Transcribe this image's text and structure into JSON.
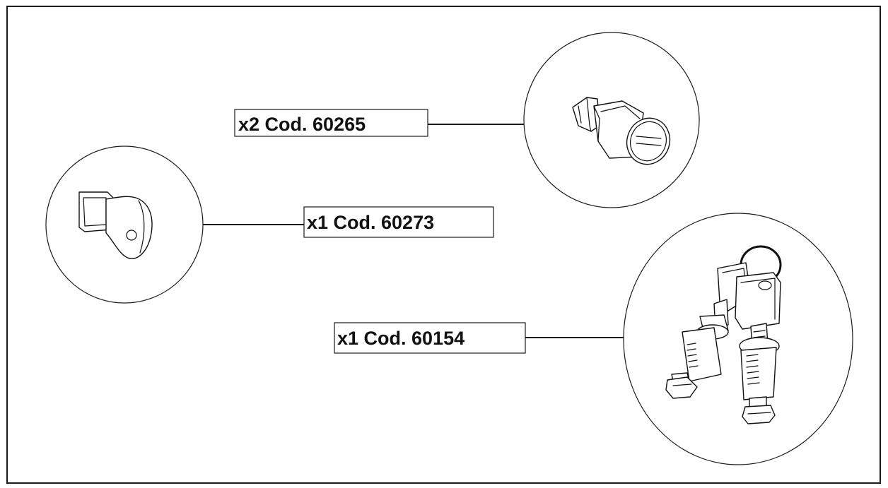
{
  "parts": [
    {
      "id": "pin",
      "label": "x2 Cod. 60265",
      "icon": "pin-icon"
    },
    {
      "id": "key-cap",
      "label": "x1 Cod. 60273",
      "icon": "key-cap-icon"
    },
    {
      "id": "lock-set",
      "label": "x1 Cod. 60154",
      "icon": "lock-cylinder-keys-icon"
    }
  ],
  "colors": {
    "line": "#1a1a1a",
    "background": "#ffffff"
  }
}
